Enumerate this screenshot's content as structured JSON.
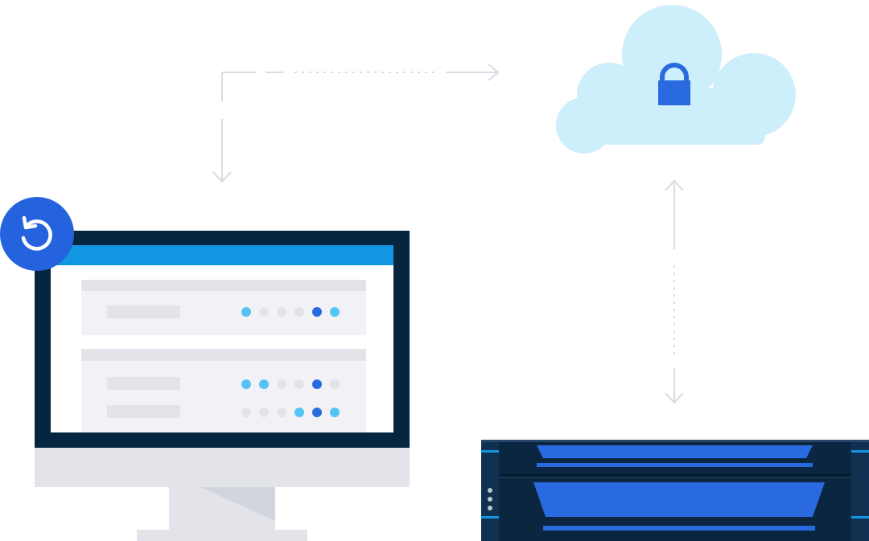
{
  "colors": {
    "background": "#ffffff",
    "arrow": "#d6dbe4",
    "cloud": "#cdeefb",
    "lock": "#2a6ae0",
    "restore_badge": "#2563de",
    "monitor_frame": "#06263f",
    "monitor_titlebar": "#1396e1",
    "monitor_screen": "#ffffff",
    "monitor_stand": "#e2e4e9",
    "panel_fill": "#f2f2f6",
    "panel_header": "#e3e3e9",
    "placeholder_bar": "#e3e3e9",
    "server_body": "#0a2640",
    "server_blue": "#2a6ae0",
    "server_edge": "#1396e1"
  },
  "icons": {
    "restore": "restore-icon",
    "lock": "lock-icon",
    "cloud": "cloud-icon",
    "monitor": "monitor-icon",
    "server": "server-rack-icon"
  },
  "monitor": {
    "panels": [
      {
        "rows": [
          {
            "dots": [
              "light",
              "grey",
              "grey",
              "grey",
              "dark",
              "light"
            ]
          }
        ]
      },
      {
        "rows": [
          {
            "dots": [
              "light",
              "light",
              "grey",
              "grey",
              "dark",
              "grey"
            ]
          },
          {
            "dots": [
              "grey",
              "grey",
              "grey",
              "light",
              "dark",
              "light"
            ]
          }
        ]
      }
    ],
    "dot_colors": {
      "light": "#53c4f5",
      "grey": "#e3e3e9",
      "dark": "#2a6ae0"
    }
  }
}
